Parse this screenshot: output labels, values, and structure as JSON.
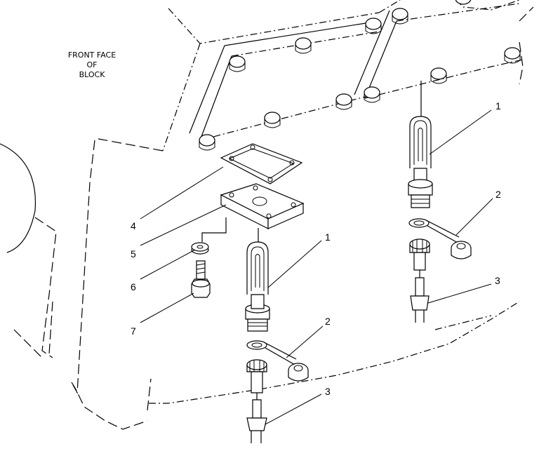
{
  "caption": {
    "line1": "FRONT FACE",
    "line2": "OF",
    "line3": "BLOCK"
  },
  "callouts": {
    "heater_upper": "1",
    "gasket_upper": "2",
    "cord_upper": "3",
    "heater_lower": "1",
    "gasket_lower": "2",
    "cord_lower": "3",
    "cover_gasket": "4",
    "adapter_plate": "5",
    "washer": "6",
    "bolt": "7"
  },
  "colors": {
    "line": "#000000",
    "background": "#ffffff"
  }
}
